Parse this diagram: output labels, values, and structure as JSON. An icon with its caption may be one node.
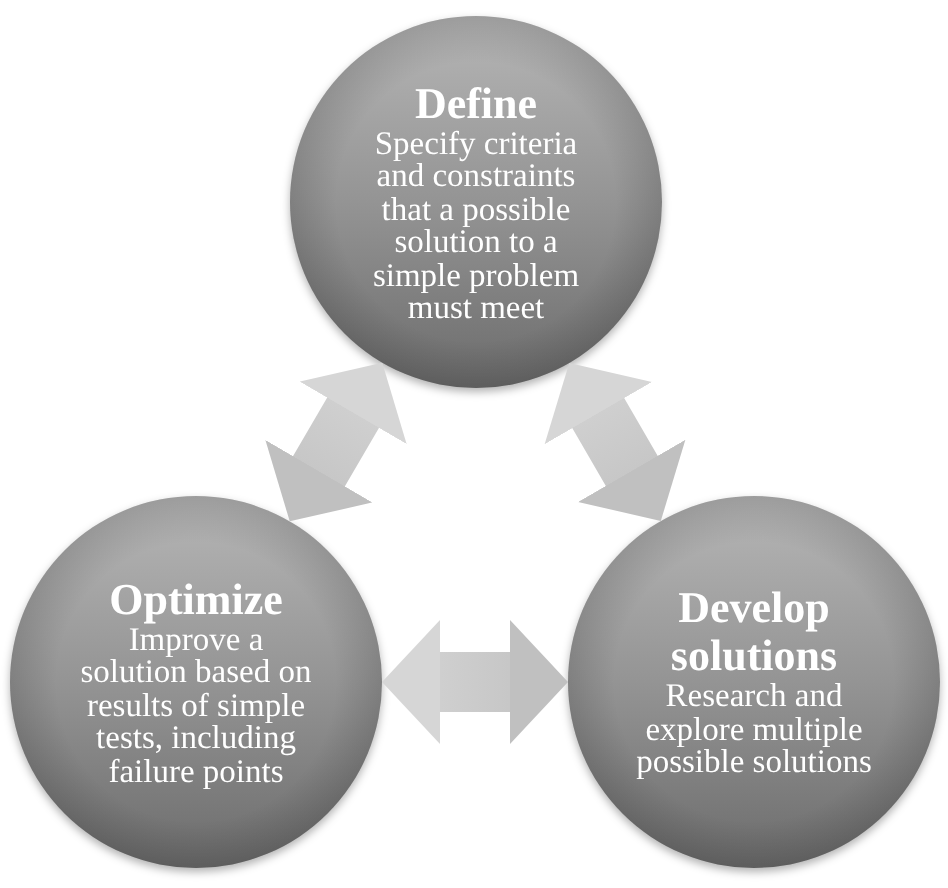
{
  "diagram": {
    "nodes": [
      {
        "text": [
          "Define",
          "Specify criteria and constraints that a possible solution to a simple problem must meet"
        ]
      },
      {
        "text": [
          "Optimize",
          "Improve a solution based on results of simple tests, including failure points"
        ]
      },
      {
        "text": [
          "Develop solutions",
          "Research and explore multiple possible solutions"
        ]
      }
    ],
    "edges": [
      {
        "from": 0,
        "to": 1,
        "arrow": "both"
      },
      {
        "from": 0,
        "to": 2,
        "arrow": "both"
      },
      {
        "from": 1,
        "to": 2,
        "arrow": "both"
      }
    ]
  }
}
